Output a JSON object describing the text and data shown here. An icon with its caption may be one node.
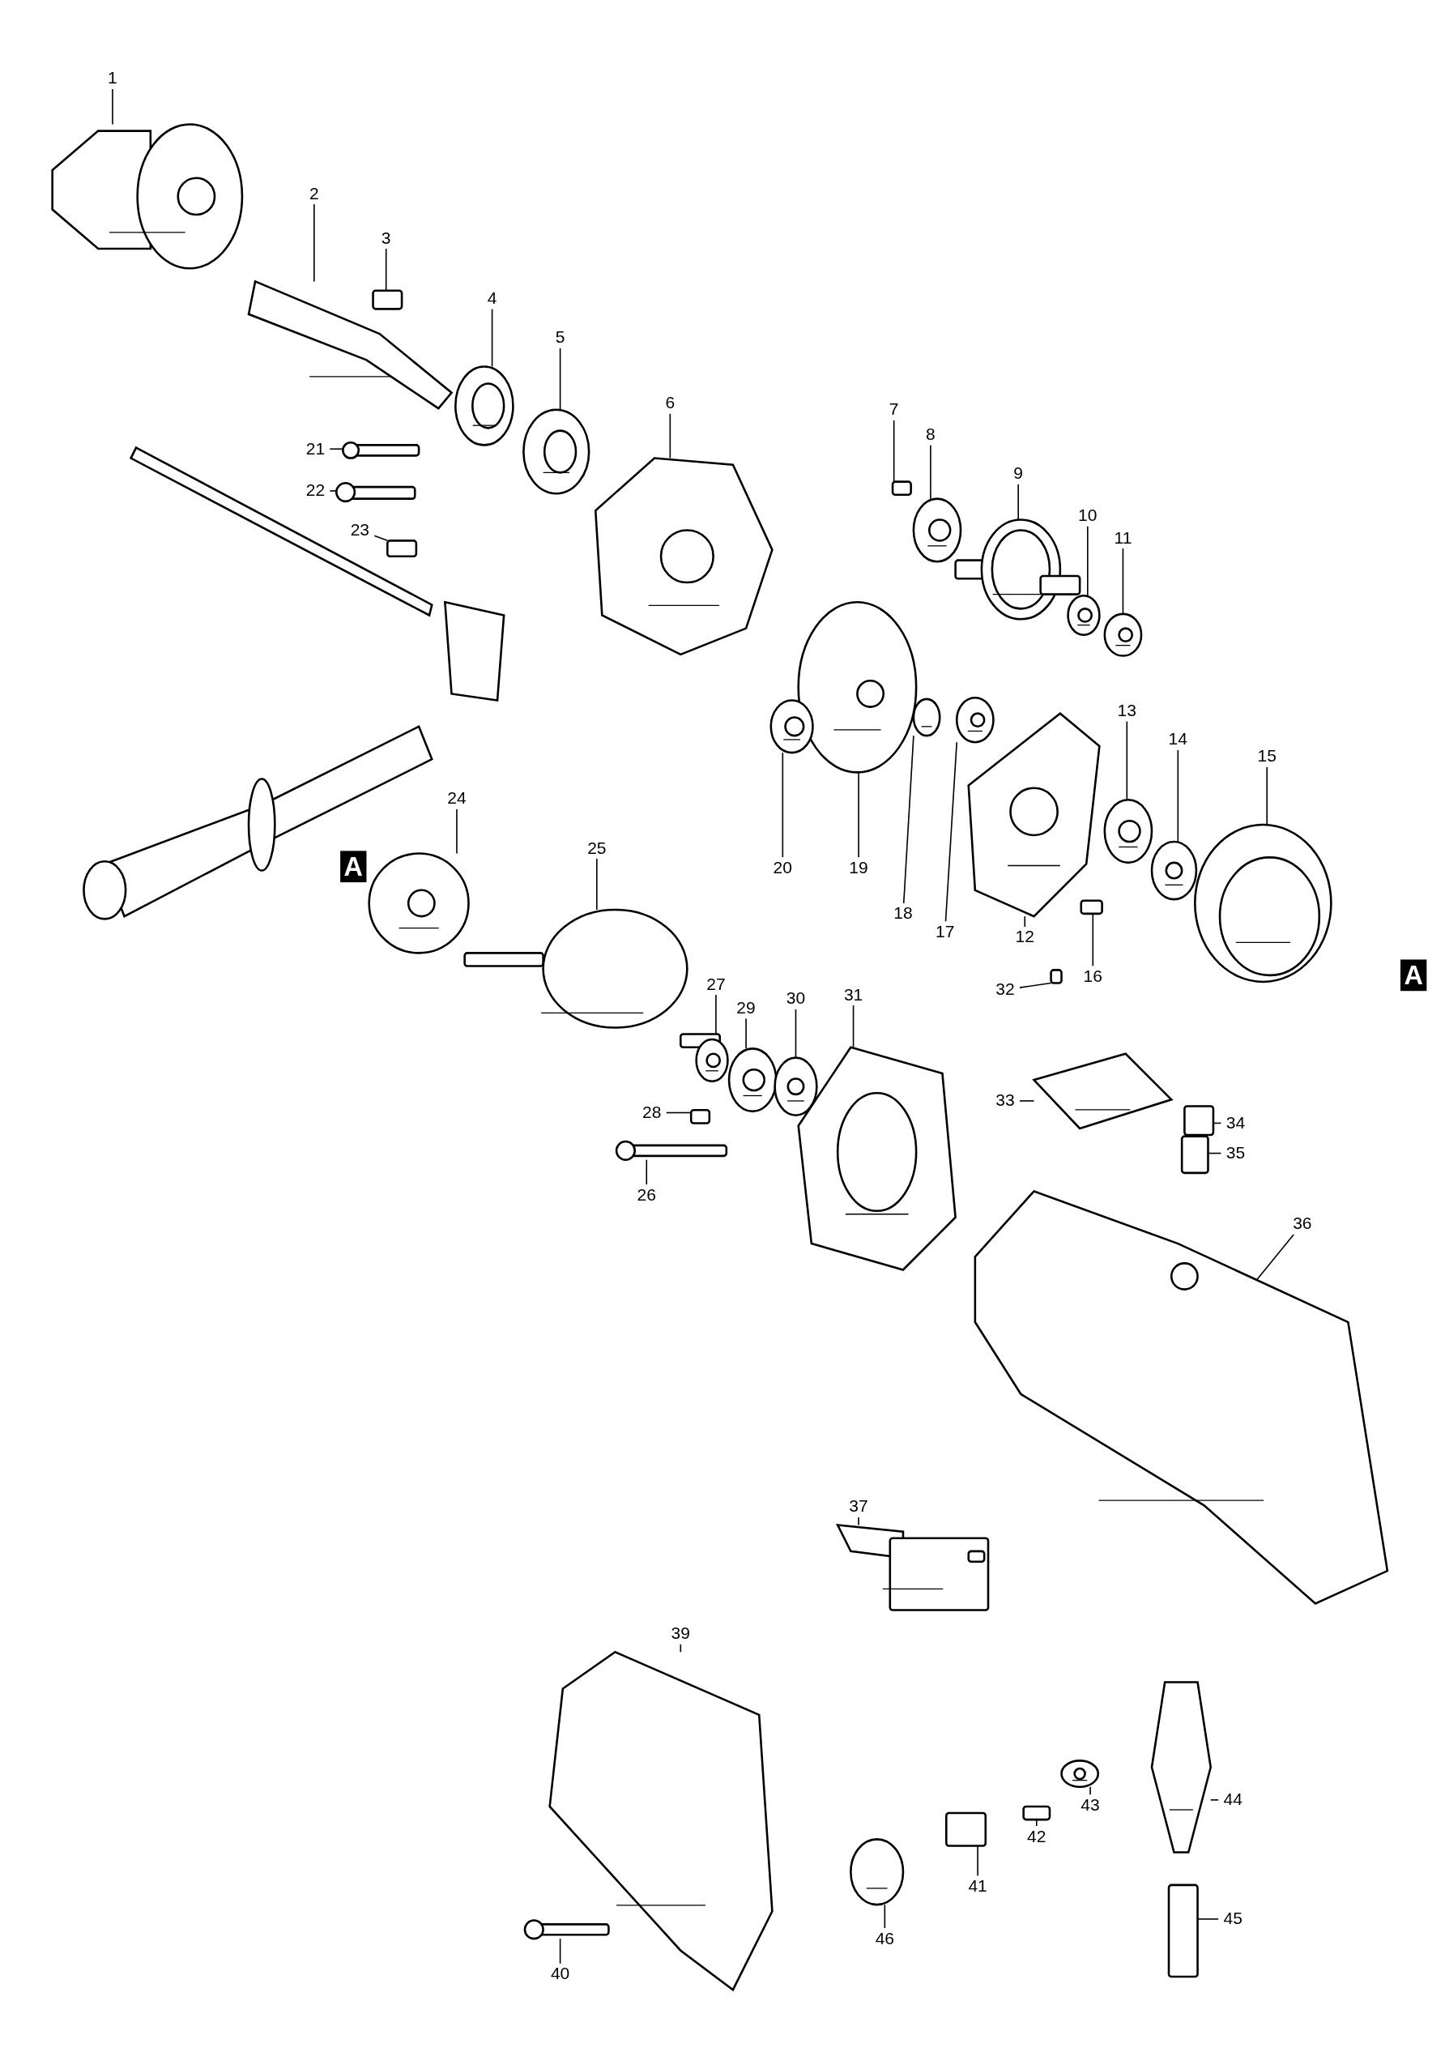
{
  "diagram": {
    "nodes": [
      {
        "text": [
          "1"
        ]
      },
      {
        "text": [
          "2"
        ]
      },
      {
        "text": [
          "3"
        ]
      },
      {
        "text": [
          "4"
        ]
      },
      {
        "text": [
          "5"
        ]
      },
      {
        "text": [
          "6"
        ]
      },
      {
        "text": [
          "7"
        ]
      },
      {
        "text": [
          "8"
        ]
      },
      {
        "text": [
          "9"
        ]
      },
      {
        "text": [
          "10"
        ]
      },
      {
        "text": [
          "11"
        ]
      },
      {
        "text": [
          "12"
        ]
      },
      {
        "text": [
          "13"
        ]
      },
      {
        "text": [
          "14"
        ]
      },
      {
        "text": [
          "15"
        ]
      },
      {
        "text": [
          "16"
        ]
      },
      {
        "text": [
          "17"
        ]
      },
      {
        "text": [
          "18"
        ]
      },
      {
        "text": [
          "19"
        ]
      },
      {
        "text": [
          "20"
        ]
      },
      {
        "text": [
          "21"
        ]
      },
      {
        "text": [
          "22"
        ]
      },
      {
        "text": [
          "23"
        ]
      },
      {
        "text": [
          "24"
        ]
      },
      {
        "text": [
          "25"
        ]
      },
      {
        "text": [
          "26"
        ]
      },
      {
        "text": [
          "27"
        ]
      },
      {
        "text": [
          "28"
        ]
      },
      {
        "text": [
          "29"
        ]
      },
      {
        "text": [
          "30"
        ]
      },
      {
        "text": [
          "31"
        ]
      },
      {
        "text": [
          "32"
        ]
      },
      {
        "text": [
          "33"
        ]
      },
      {
        "text": [
          "34"
        ]
      },
      {
        "text": [
          "35"
        ]
      },
      {
        "text": [
          "36"
        ]
      },
      {
        "text": [
          "37"
        ]
      },
      {
        "text": [
          "39"
        ]
      },
      {
        "text": [
          "40"
        ]
      },
      {
        "text": [
          "41"
        ]
      },
      {
        "text": [
          "42"
        ]
      },
      {
        "text": [
          "43"
        ]
      },
      {
        "text": [
          "44"
        ]
      },
      {
        "text": [
          "45"
        ]
      },
      {
        "text": [
          "46"
        ]
      },
      {
        "text": [],
        "shape": "picture"
      },
      {
        "text": [],
        "shape": "picture"
      },
      {
        "text": [],
        "shape": "box"
      },
      {
        "text": [],
        "shape": "picture"
      },
      {
        "text": [],
        "shape": "picture"
      },
      {
        "text": [],
        "shape": "picture"
      },
      {
        "text": [],
        "shape": "box"
      },
      {
        "text": [],
        "shape": "picture"
      },
      {
        "text": [],
        "shape": "picture"
      },
      {
        "text": [],
        "shape": "picture"
      },
      {
        "text": [],
        "shape": "picture"
      },
      {
        "text": [],
        "shape": "picture"
      },
      {
        "text": [],
        "shape": "picture"
      },
      {
        "text": [],
        "shape": "picture"
      },
      {
        "text": [],
        "shape": "picture"
      },
      {
        "text": [],
        "shape": "box"
      },
      {
        "text": [],
        "shape": "picture"
      },
      {
        "text": [],
        "shape": "picture"
      },
      {
        "text": [],
        "shape": "picture"
      },
      {
        "text": [],
        "shape": "picture"
      },
      {
        "text": [],
        "shape": "box"
      },
      {
        "text": [],
        "shape": "box"
      },
      {
        "text": [],
        "shape": "box"
      },
      {
        "text": [],
        "shape": "picture"
      },
      {
        "text": [],
        "shape": "picture"
      },
      {
        "text": [],
        "shape": "box"
      },
      {
        "text": [],
        "shape": "picture"
      },
      {
        "text": [],
        "shape": "box"
      },
      {
        "text": [],
        "shape": "picture"
      },
      {
        "text": [],
        "shape": "picture"
      },
      {
        "text": [],
        "shape": "picture"
      },
      {
        "text": [],
        "shape": "box"
      },
      {
        "text": [],
        "shape": "picture"
      },
      {
        "text": [],
        "shape": "box"
      },
      {
        "text": [],
        "shape": "box"
      },
      {
        "text": [],
        "shape": "picture"
      },
      {
        "text": [],
        "shape": "picture"
      },
      {
        "text": [],
        "shape": "picture"
      },
      {
        "text": [],
        "shape": "box"
      },
      {
        "text": [],
        "shape": "box"
      },
      {
        "text": [],
        "shape": "box"
      },
      {
        "text": [],
        "shape": "picture"
      },
      {
        "text": [],
        "shape": "picture"
      },
      {
        "text": [],
        "shape": "box"
      },
      {
        "text": [],
        "shape": "picture"
      }
    ],
    "edges": [
      {
        "from": 0,
        "to": 45,
        "arrow": "none"
      },
      {
        "from": 1,
        "to": 46,
        "arrow": "none"
      },
      {
        "from": 2,
        "to": 47,
        "arrow": "none"
      },
      {
        "from": 3,
        "to": 48,
        "arrow": "none"
      },
      {
        "from": 4,
        "to": 49,
        "arrow": "none"
      },
      {
        "from": 5,
        "to": 50,
        "arrow": "none"
      },
      {
        "from": 6,
        "to": 51,
        "arrow": "none"
      },
      {
        "from": 7,
        "to": 52,
        "arrow": "none"
      },
      {
        "from": 8,
        "to": 53,
        "arrow": "none"
      },
      {
        "from": 9,
        "to": 54,
        "arrow": "none"
      },
      {
        "from": 10,
        "to": 55,
        "arrow": "none"
      },
      {
        "from": 11,
        "to": 56,
        "arrow": "none"
      },
      {
        "from": 12,
        "to": 57,
        "arrow": "none"
      },
      {
        "from": 13,
        "to": 58,
        "arrow": "none"
      },
      {
        "from": 14,
        "to": 59,
        "arrow": "none"
      },
      {
        "from": 15,
        "to": 60,
        "arrow": "none"
      },
      {
        "from": 16,
        "to": 61,
        "arrow": "none"
      },
      {
        "from": 17,
        "to": 62,
        "arrow": "none"
      },
      {
        "from": 18,
        "to": 63,
        "arrow": "none"
      },
      {
        "from": 19,
        "to": 64,
        "arrow": "none"
      },
      {
        "from": 20,
        "to": 65,
        "arrow": "none"
      },
      {
        "from": 21,
        "to": 66,
        "arrow": "none"
      },
      {
        "from": 22,
        "to": 67,
        "arrow": "none"
      },
      {
        "from": 23,
        "to": 68,
        "arrow": "none"
      },
      {
        "from": 24,
        "to": 69,
        "arrow": "none"
      },
      {
        "from": 25,
        "to": 70,
        "arrow": "none"
      },
      {
        "from": 26,
        "to": 71,
        "arrow": "none"
      },
      {
        "from": 27,
        "to": 72,
        "arrow": "none"
      },
      {
        "from": 28,
        "to": 73,
        "arrow": "none"
      },
      {
        "from": 29,
        "to": 74,
        "arrow": "none"
      },
      {
        "from": 30,
        "to": 75,
        "arrow": "none"
      },
      {
        "from": 31,
        "to": 76,
        "arrow": "none"
      },
      {
        "from": 32,
        "to": 77,
        "arrow": "none"
      },
      {
        "from": 33,
        "to": 78,
        "arrow": "none"
      },
      {
        "from": 34,
        "to": 79,
        "arrow": "none"
      },
      {
        "from": 35,
        "to": 80,
        "arrow": "none"
      },
      {
        "from": 36,
        "to": 81,
        "arrow": "none"
      },
      {
        "from": 37,
        "to": 82,
        "arrow": "none"
      },
      {
        "from": 38,
        "to": 83,
        "arrow": "none"
      },
      {
        "from": 39,
        "to": 84,
        "arrow": "none"
      },
      {
        "from": 40,
        "to": 85,
        "arrow": "none"
      },
      {
        "from": 41,
        "to": 86,
        "arrow": "none"
      },
      {
        "from": 42,
        "to": 87,
        "arrow": "none"
      },
      {
        "from": 43,
        "to": 88,
        "arrow": "none"
      },
      {
        "from": 44,
        "to": 89,
        "arrow": "none"
      }
    ],
    "labels": [
      "A",
      "A"
    ]
  }
}
